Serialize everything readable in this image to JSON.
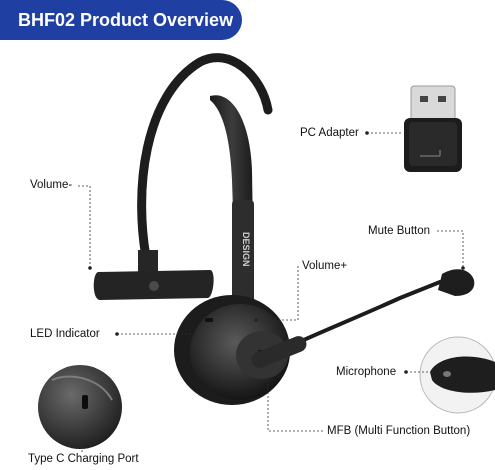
{
  "title": "BHF02 Product Overview",
  "labels": {
    "pc_adapter": "PC Adapter",
    "volume_minus": "Volume-",
    "mute_button": "Mute Button",
    "volume_plus": "Volume+",
    "led_indicator": "LED Indicator",
    "microphone": "Microphone",
    "mfb": "MFB (Multi Function Button)",
    "type_c": "Type C Charging Port"
  },
  "headband_text": "DESIGN",
  "colors": {
    "banner": "#1f3fa3",
    "headset": "#2b2b2b",
    "leader": "#333333"
  }
}
